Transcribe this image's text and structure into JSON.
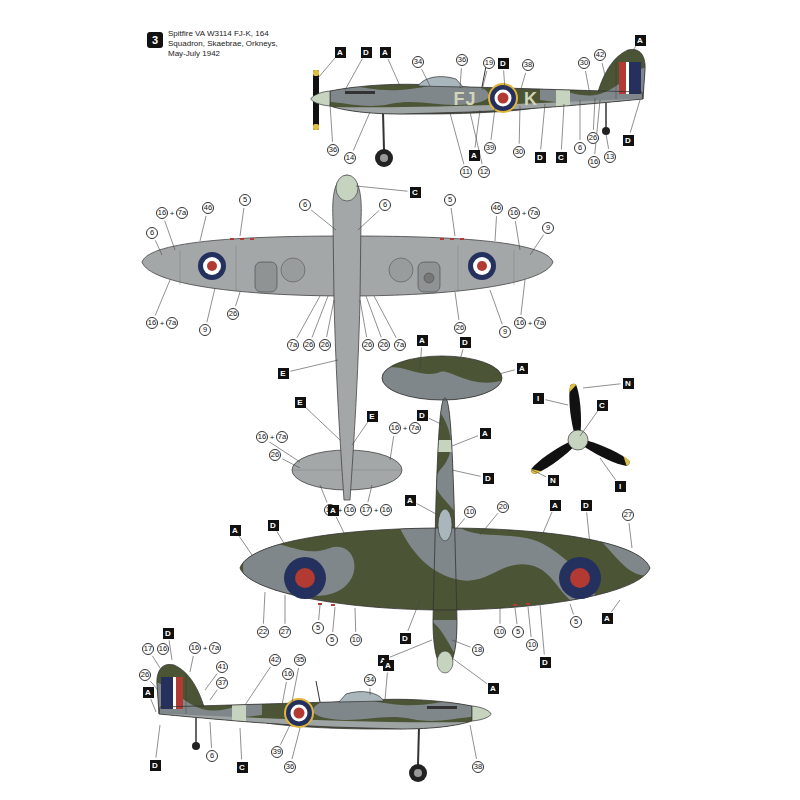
{
  "diagram": {
    "title": "Spitfire VA W3114 FJ-K, 164 Squadron, Skaebrae, Orkneys, May-July 1942",
    "labels": [
      "3",
      "FJ",
      "K",
      "A",
      "D",
      "A",
      "34",
      "36",
      "19",
      "D",
      "38",
      "30",
      "42",
      "A",
      "36",
      "14",
      "11",
      "12",
      "A",
      "39",
      "30",
      "D",
      "C",
      "6",
      "26",
      "16",
      "13",
      "D",
      "C",
      "6",
      "6",
      "5",
      "5",
      "46",
      "46",
      "16",
      "+",
      "7a",
      "6",
      "16",
      "+",
      "7a",
      "9",
      "16",
      "+",
      "7a",
      "9",
      "26",
      "26",
      "9",
      "16",
      "+",
      "7a",
      "7a",
      "26",
      "26",
      "26",
      "26",
      "7a",
      "E",
      "E",
      "16",
      "+",
      "7a",
      "26",
      "E",
      "16",
      "+",
      "7a",
      "17",
      "+",
      "16",
      "17",
      "+",
      "16",
      "I",
      "N",
      "C",
      "I",
      "N",
      "A",
      "D",
      "A",
      "D",
      "A",
      "D",
      "A",
      "10",
      "20",
      "A",
      "D",
      "27",
      "A",
      "D",
      "A",
      "22",
      "27",
      "5",
      "5",
      "10",
      "D",
      "A",
      "18",
      "10",
      "5",
      "10",
      "D",
      "5",
      "A",
      "A",
      "D",
      "17",
      "16",
      "16",
      "+",
      "7a",
      "26",
      "41",
      "37",
      "42",
      "16",
      "35",
      "34",
      "A",
      "A",
      "D",
      "6",
      "C",
      "39",
      "36",
      "38"
    ]
  }
}
